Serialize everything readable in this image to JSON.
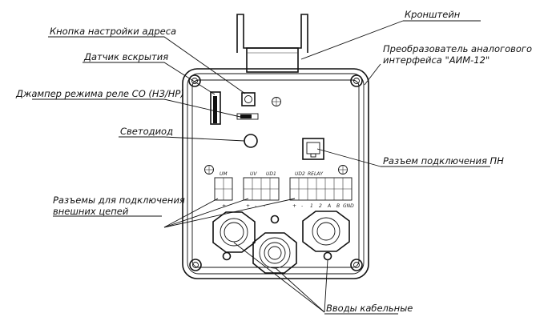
{
  "callouts": {
    "address_button": "Кнопка настройки адреса",
    "bracket": "Кронштейн",
    "converter_line1": "Преобразователь аналогового",
    "converter_line2": "интерфейса \"АИМ-12\"",
    "tamper_sensor": "Датчик вскрытия",
    "relay_jumper": "Джампер режима реле СО (НЗ/НР)",
    "led": "Светодиод",
    "pn_connector": "Разъем подключения ПН",
    "ext_connectors_line1": "Разъемы для подключения",
    "ext_connectors_line2": "внешних цепей",
    "cable_glands": "Вводы кабельные"
  },
  "terminal_labels": {
    "um": "UM",
    "uv": "UV",
    "ud1": "UD1",
    "ud2": "UD2",
    "relay": "RELAY"
  },
  "pin_labels": {
    "um": "+",
    "uv": [
      "+",
      "-",
      "-"
    ],
    "ud2_relay": [
      "+",
      "-",
      "1",
      "2",
      "A",
      "B",
      "GND"
    ]
  }
}
